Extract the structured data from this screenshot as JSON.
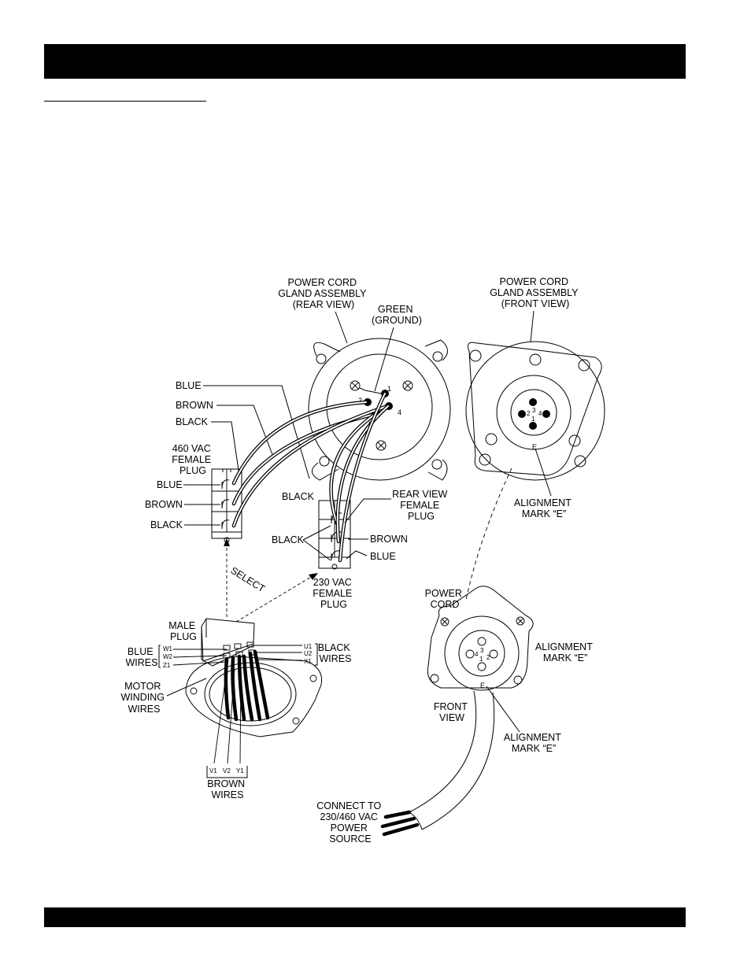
{
  "labels": {
    "rear_gland": [
      "POWER CORD",
      "GLAND ASSEMBLY",
      "(REAR VIEW)"
    ],
    "front_gland": [
      "POWER CORD",
      "GLAND ASSEMBLY",
      "(FRONT VIEW)"
    ],
    "green": [
      "GREEN",
      "(GROUND)"
    ],
    "blue_wire": "BLUE",
    "brown_wire": "BROWN",
    "black_wire": "BLACK",
    "plug_460": [
      "460 VAC",
      "FEMALE",
      "PLUG"
    ],
    "p460_blue": "BLUE",
    "p460_brown": "BROWN",
    "p460_black": "BLACK",
    "black_mid": "BLACK",
    "rear_female": [
      "REAR VIEW",
      "FEMALE",
      "PLUG"
    ],
    "p230_black": "BLACK",
    "p230_brown": "BROWN",
    "p230_blue": "BLUE",
    "plug_230": [
      "230 VAC",
      "FEMALE",
      "PLUG"
    ],
    "select": "SELECT",
    "male_plug": [
      "MALE",
      "PLUG"
    ],
    "blue_wires": [
      "BLUE",
      "WIRES"
    ],
    "black_wires": [
      "BLACK",
      "WIRES"
    ],
    "motor_winding": [
      "MOTOR",
      "WINDING",
      "WIRES"
    ],
    "brown_wires": [
      "BROWN",
      "WIRES"
    ],
    "terminals_left": [
      "W1",
      "W2",
      "Z1"
    ],
    "terminals_right": [
      "U1",
      "U2",
      "X1"
    ],
    "terminals_bottom": [
      "V1",
      "V2",
      "Y1"
    ],
    "align_top": [
      "ALIGNMENT",
      "MARK “E”"
    ],
    "power_cord": [
      "POWER",
      "CORD"
    ],
    "align_right": [
      "ALIGNMENT",
      "MARK “E”"
    ],
    "front_view": [
      "FRONT",
      "VIEW"
    ],
    "align_bottom": [
      "ALIGNMENT",
      "MARK “E”"
    ],
    "connect": [
      "CONNECT TO",
      "230/460 VAC",
      "POWER",
      "SOURCE"
    ],
    "pin_1": "1",
    "pin_2": "2",
    "pin_3": "3",
    "pin_4": "4",
    "mark_e": "E"
  }
}
